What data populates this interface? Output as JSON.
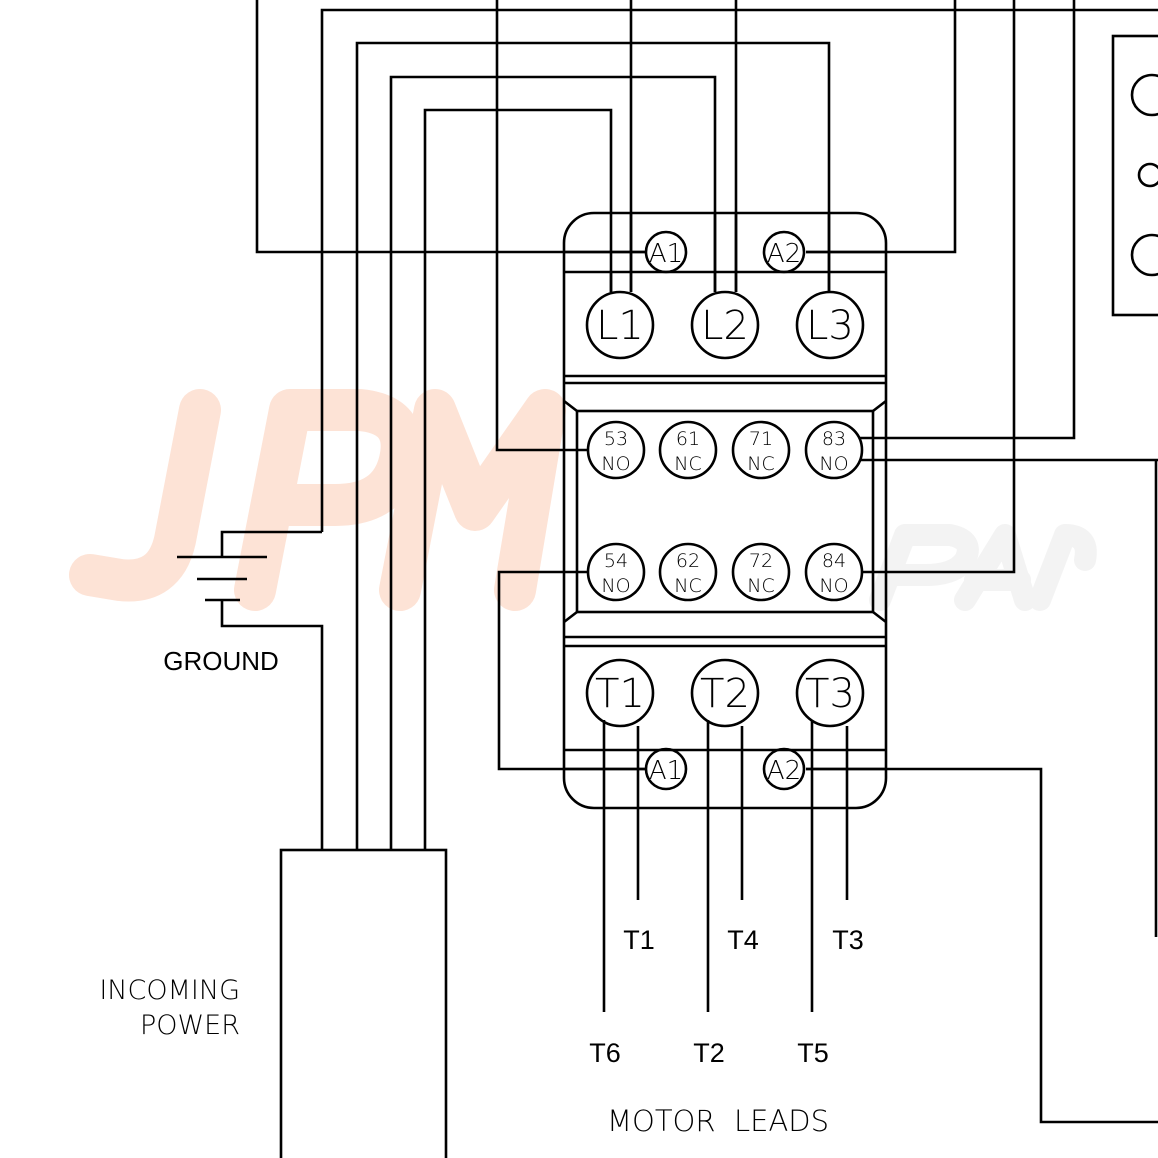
{
  "watermark": {
    "main": "JPM",
    "sub": "PARTS",
    "main_color": "#fde3d6",
    "sub_color": "#f3f3f3"
  },
  "labels": {
    "ground": "GROUND",
    "incoming_1": "INCOMING",
    "incoming_2": "POWER",
    "motor_leads": "MOTOR  LEADS"
  },
  "coil": {
    "a1": "A1",
    "a2": "A2"
  },
  "line_terminals": [
    "L1",
    "L2",
    "L3"
  ],
  "load_terminals": [
    "T1",
    "T2",
    "T3"
  ],
  "aux_top": [
    {
      "num": "53",
      "type": "NO"
    },
    {
      "num": "61",
      "type": "NC"
    },
    {
      "num": "71",
      "type": "NC"
    },
    {
      "num": "83",
      "type": "NO"
    }
  ],
  "aux_bottom": [
    {
      "num": "54",
      "type": "NO"
    },
    {
      "num": "62",
      "type": "NC"
    },
    {
      "num": "72",
      "type": "NC"
    },
    {
      "num": "84",
      "type": "NO"
    }
  ],
  "motor_leads_upper": [
    "T1",
    "T4",
    "T3"
  ],
  "motor_leads_lower": [
    "T6",
    "T2",
    "T5"
  ]
}
